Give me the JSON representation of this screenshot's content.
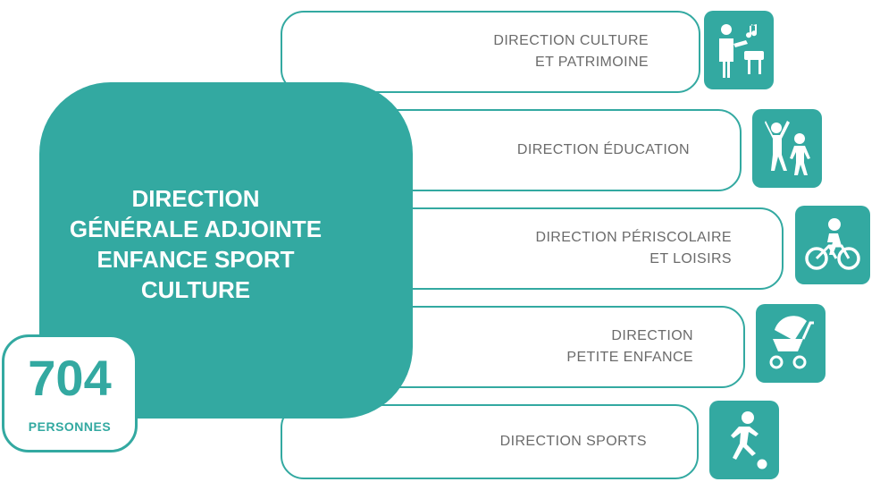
{
  "main": {
    "title_lines": [
      "DIRECTION",
      "GÉNÉRALE ADJOINTE",
      "ENFANCE SPORT",
      "CULTURE"
    ]
  },
  "headcount": {
    "number": "704",
    "label": "PERSONNES"
  },
  "directions": [
    {
      "lines": [
        "DIRECTION CULTURE",
        "ET PATRIMOINE"
      ],
      "icon": "musician-icon"
    },
    {
      "lines": [
        "DIRECTION ÉDUCATION"
      ],
      "icon": "children-playing-icon"
    },
    {
      "lines": [
        "DIRECTION PÉRISCOLAIRE",
        "ET LOISIRS"
      ],
      "icon": "bicycle-rider-icon"
    },
    {
      "lines": [
        "DIRECTION",
        "PETITE ENFANCE"
      ],
      "icon": "stroller-icon"
    },
    {
      "lines": [
        "DIRECTION SPORTS"
      ],
      "icon": "soccer-player-icon"
    }
  ],
  "colors": {
    "accent": "#33a9a1",
    "text": "#6b6b6b",
    "background": "#ffffff"
  }
}
